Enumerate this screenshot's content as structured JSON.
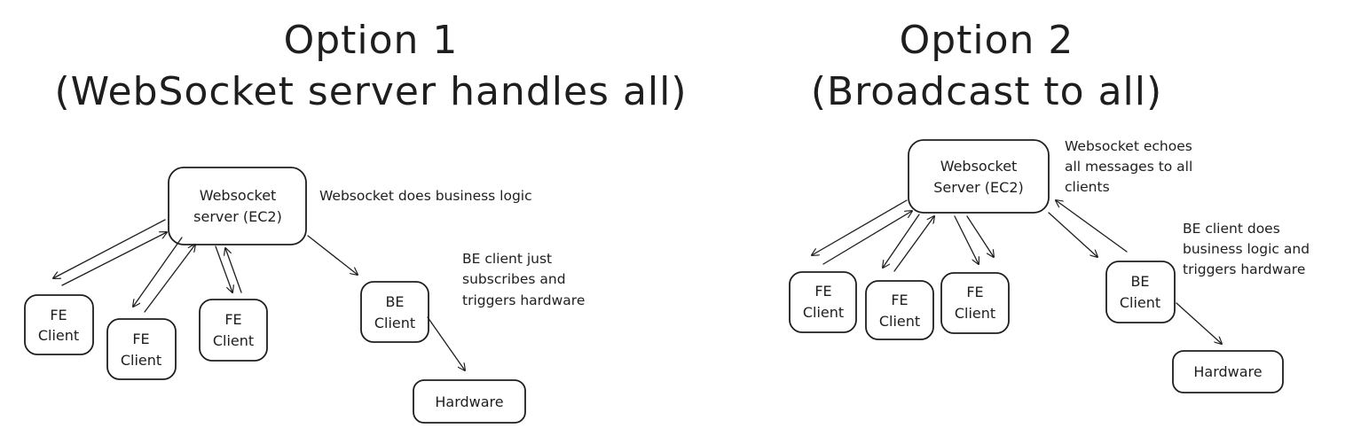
{
  "option1": {
    "title_line1": "Option 1",
    "title_line2": "(WebSocket server handles all)",
    "server_line1": "Websocket",
    "server_line2": "server (EC2)",
    "server_note": "Websocket does business logic",
    "be_note_line1": "BE client just",
    "be_note_line2": "subscribes and",
    "be_note_line3": "triggers hardware",
    "fe_line1": "FE",
    "fe_line2": "Client",
    "be_line1": "BE",
    "be_line2": "Client",
    "hardware": "Hardware"
  },
  "option2": {
    "title_line1": "Option 2",
    "title_line2": "(Broadcast to all)",
    "server_line1": "Websocket",
    "server_line2": "Server (EC2)",
    "server_note_line1": "Websocket echoes",
    "server_note_line2": "all messages to all",
    "server_note_line3": "clients",
    "be_note_line1": "BE client does",
    "be_note_line2": "business logic and",
    "be_note_line3": "triggers hardware",
    "fe_line1": "FE",
    "fe_line2": "Client",
    "be_line1": "BE",
    "be_line2": "Client",
    "hardware": "Hardware"
  }
}
